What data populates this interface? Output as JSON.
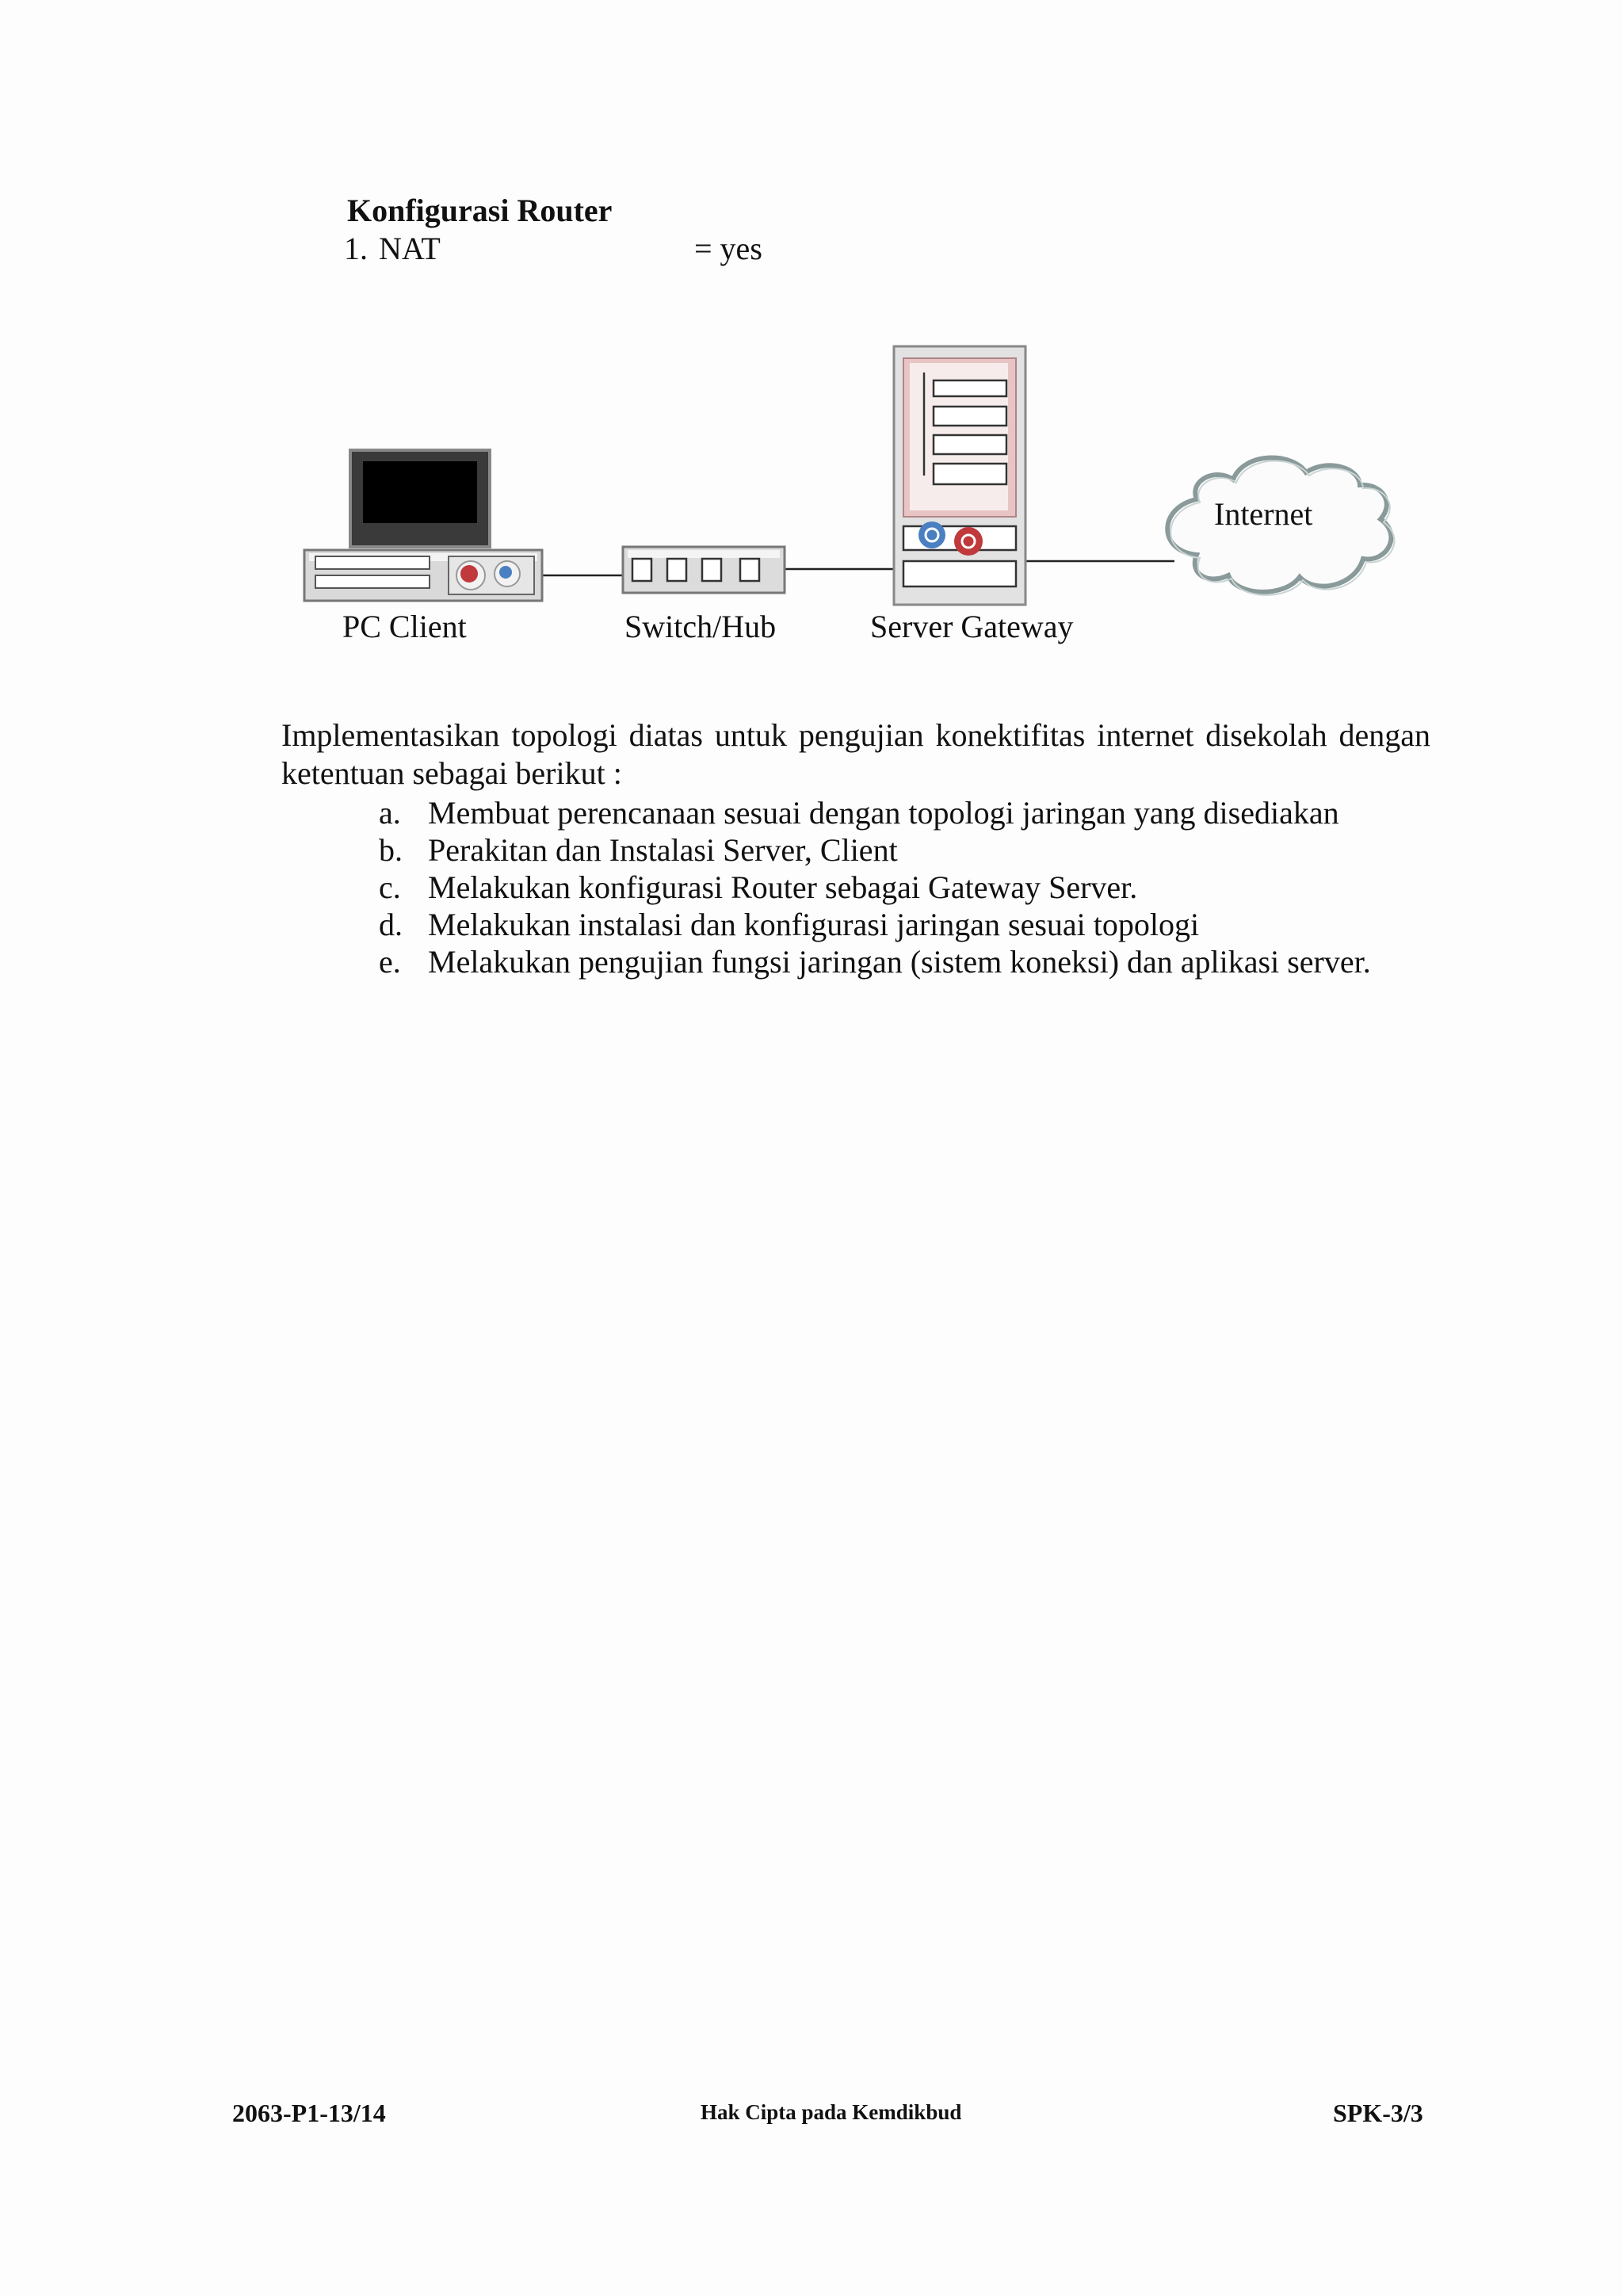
{
  "config": {
    "title": "Konfigurasi Router",
    "items": [
      {
        "num": "1.",
        "key": "NAT",
        "value": "= yes"
      }
    ]
  },
  "diagram": {
    "nodes": [
      {
        "id": "pc",
        "label": "PC Client",
        "icon": "pc-icon"
      },
      {
        "id": "switch",
        "label": "Switch/Hub",
        "icon": "switch-icon"
      },
      {
        "id": "server",
        "label": "Server Gateway",
        "icon": "server-icon"
      },
      {
        "id": "internet",
        "label": "Internet",
        "icon": "cloud-icon"
      }
    ],
    "colors": {
      "server_panel": "#e8c4c4",
      "port_blue": "#4a7fc1",
      "port_red": "#c0393b"
    }
  },
  "instructions": {
    "paragraph": "Implementasikan topologi diatas untuk pengujian konektifitas internet disekolah dengan ketentuan sebagai berikut :",
    "items": [
      {
        "marker": "a.",
        "text": "Membuat perencanaan sesuai dengan topologi jaringan yang disediakan"
      },
      {
        "marker": "b.",
        "text": "Perakitan dan Instalasi Server, Client"
      },
      {
        "marker": "c.",
        "text": "Melakukan konfigurasi Router sebagai Gateway Server."
      },
      {
        "marker": "d.",
        "text": "Melakukan instalasi dan konfigurasi jaringan sesuai topologi"
      },
      {
        "marker": "e.",
        "text": "Melakukan pengujian fungsi jaringan (sistem koneksi) dan aplikasi server."
      }
    ]
  },
  "footer": {
    "left": "2063-P1-13/14",
    "center": "Hak Cipta pada Kemdikbud",
    "right": "SPK-3/3"
  }
}
